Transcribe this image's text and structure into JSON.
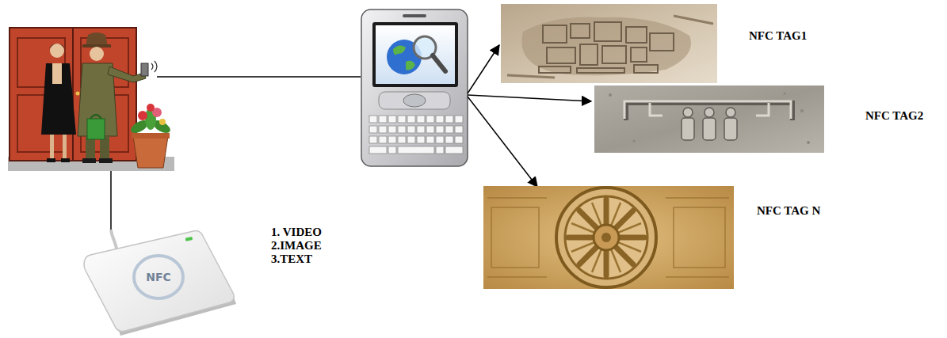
{
  "diagram": {
    "nodes": [
      {
        "text": [
          "NFC TAG1"
        ]
      },
      {
        "text": [
          "NFC TAG2"
        ]
      },
      {
        "text": [
          "NFC TAG N"
        ]
      },
      {
        "text": [
          "NFC"
        ]
      }
    ],
    "labels": [
      "1. VIDEO",
      "2.IMAGE",
      "3.TEXT"
    ]
  }
}
